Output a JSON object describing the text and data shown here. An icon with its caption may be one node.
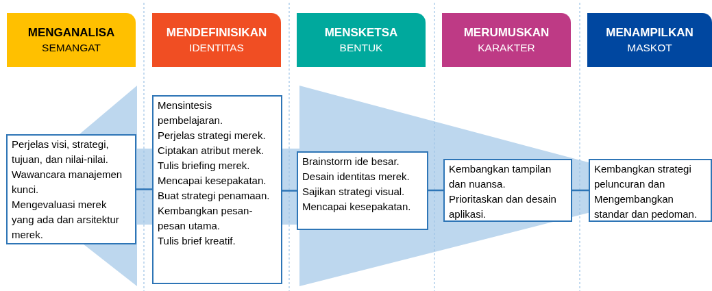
{
  "diagram": {
    "nodes": [
      {
        "text": [
          "MENGANALISA",
          "SEMANGAT"
        ]
      },
      {
        "text": [
          "MENDEFINISIKAN",
          "IDENTITAS"
        ]
      },
      {
        "text": [
          "MENSKETSA",
          "BENTUK"
        ]
      },
      {
        "text": [
          "MERUMUSKAN",
          "KARAKTER"
        ]
      },
      {
        "text": [
          "MENAMPILKAN",
          "MASKOT"
        ]
      },
      {
        "text": [
          "Perjelas visi, strategi, tujuan, dan nilai-nilai.",
          "Wawancara manajemen kunci.",
          "Mengevaluasi merek yang ada dan arsitektur merek."
        ]
      },
      {
        "text": [
          "Mensintesis pembelajaran.",
          "Perjelas strategi merek.",
          "Ciptakan atribut merek.",
          "Tulis briefing merek.",
          "Mencapai kesepakatan.",
          "Buat strategi penamaan.",
          "Kembangkan pesan-pesan utama.",
          "Tulis brief kreatif."
        ]
      },
      {
        "text": [
          "Brainstorm ide besar.",
          "Desain identitas merek.",
          "Sajikan strategi visual.",
          "Mencapai kesepakatan."
        ]
      },
      {
        "text": [
          "Kembangkan tampilan dan nuansa.",
          "Prioritaskan dan desain aplikasi."
        ]
      },
      {
        "text": [
          "Kembangkan strategi peluncuran dan Mengembangkan standar dan pedoman."
        ]
      }
    ],
    "edges": [
      {
        "from": 5,
        "to": 6,
        "arrow": "none"
      },
      {
        "from": 6,
        "to": 7,
        "arrow": "none"
      },
      {
        "from": 7,
        "to": 8,
        "arrow": "none"
      },
      {
        "from": 8,
        "to": 9,
        "arrow": "none"
      }
    ]
  }
}
